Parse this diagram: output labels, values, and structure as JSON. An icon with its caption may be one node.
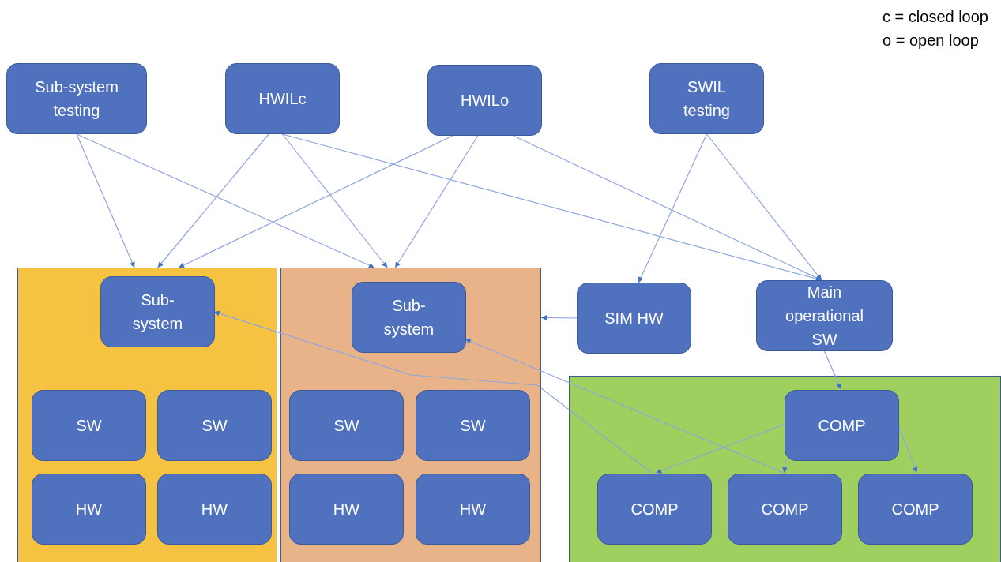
{
  "diagram": {
    "nodes": [
      {
        "text": [
          "Sub-system testing"
        ]
      },
      {
        "text": [
          "HWILc"
        ]
      },
      {
        "text": [
          "HWILo"
        ]
      },
      {
        "text": [
          "SWIL testing"
        ]
      },
      {
        "text": [],
        "shape": "box"
      },
      {
        "text": [
          "Sub-system"
        ],
        "in": 4
      },
      {
        "text": [
          "SW"
        ],
        "in": 4
      },
      {
        "text": [
          "SW"
        ],
        "in": 4
      },
      {
        "text": [
          "HW"
        ],
        "in": 4
      },
      {
        "text": [
          "HW"
        ],
        "in": 4
      },
      {
        "text": [],
        "shape": "box"
      },
      {
        "text": [
          "Sub-system"
        ],
        "in": 10
      },
      {
        "text": [
          "SW"
        ],
        "in": 10
      },
      {
        "text": [
          "SW"
        ],
        "in": 10
      },
      {
        "text": [
          "HW"
        ],
        "in": 10
      },
      {
        "text": [
          "HW"
        ],
        "in": 10
      },
      {
        "text": [
          "SIM HW"
        ]
      },
      {
        "text": [
          "Main operational SW"
        ]
      },
      {
        "text": [],
        "shape": "box"
      },
      {
        "text": [
          "COMP"
        ],
        "in": 18
      },
      {
        "text": [
          "COMP"
        ],
        "in": 18
      },
      {
        "text": [
          "COMP"
        ],
        "in": 18
      },
      {
        "text": [
          "COMP"
        ],
        "in": 18
      }
    ],
    "edges": [
      {
        "from": 0,
        "to": 4,
        "arrow": "to"
      },
      {
        "from": 0,
        "to": 10,
        "arrow": "to"
      },
      {
        "from": 1,
        "to": 4,
        "arrow": "to"
      },
      {
        "from": 1,
        "to": 10,
        "arrow": "to"
      },
      {
        "from": 1,
        "to": 17,
        "arrow": "to"
      },
      {
        "from": 2,
        "to": 4,
        "arrow": "to"
      },
      {
        "from": 2,
        "to": 10,
        "arrow": "to"
      },
      {
        "from": 2,
        "to": 17,
        "arrow": "to"
      },
      {
        "from": 3,
        "to": 16,
        "arrow": "to"
      },
      {
        "from": 3,
        "to": 17,
        "arrow": "to"
      },
      {
        "from": 16,
        "to": 10,
        "arrow": "to"
      },
      {
        "from": 17,
        "to": 19,
        "arrow": "to"
      },
      {
        "from": 19,
        "to": 20,
        "arrow": "to"
      },
      {
        "from": 19,
        "to": 21,
        "arrow": "to"
      },
      {
        "from": 19,
        "to": 22,
        "arrow": "to"
      },
      {
        "from": 20,
        "to": 5,
        "arrow": "to"
      },
      {
        "from": 21,
        "to": 11,
        "arrow": "to"
      }
    ],
    "labels": [
      "c = closed loop",
      "o = open loop"
    ]
  }
}
